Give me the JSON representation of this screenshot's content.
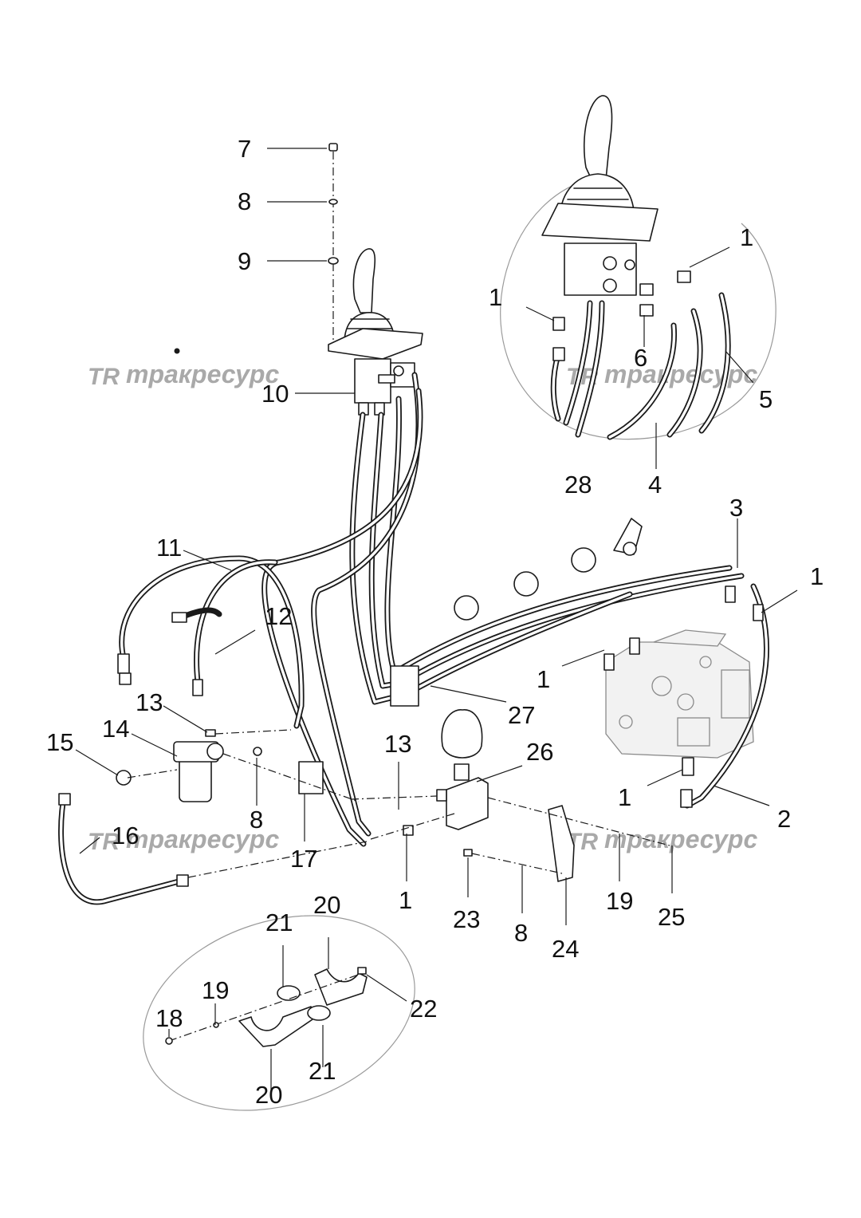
{
  "watermark": {
    "brand": "трaкресурс",
    "logo": "TR"
  },
  "callouts": [
    "1",
    "1",
    "1",
    "1",
    "1",
    "1",
    "2",
    "3",
    "4",
    "5",
    "6",
    "7",
    "8",
    "8",
    "8",
    "9",
    "10",
    "11",
    "12",
    "13",
    "13",
    "14",
    "15",
    "16",
    "17",
    "18",
    "19",
    "19",
    "20",
    "20",
    "21",
    "21",
    "22",
    "23",
    "24",
    "25",
    "26",
    "27",
    "28"
  ]
}
